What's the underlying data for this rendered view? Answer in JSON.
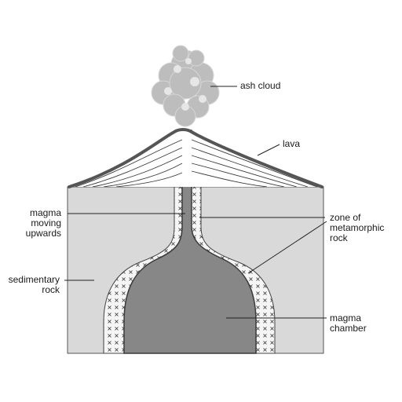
{
  "labels": {
    "ash_cloud": "ash cloud",
    "lava": "lava",
    "magma_moving_upwards": "magma\nmoving\nupwards",
    "zone_of_metamorphic_rock": "zone of\nmetamorphic\nrock",
    "sedimentary_rock": "sedimentary\nrock",
    "magma_chamber": "magma\nchamber"
  },
  "colors": {
    "sedimentary": "#d9d9d9",
    "magma": "#878787",
    "metamorphic_zone": "#f5f5f5",
    "ash": "#bdbdbd",
    "outline": "#3a3a3a"
  }
}
